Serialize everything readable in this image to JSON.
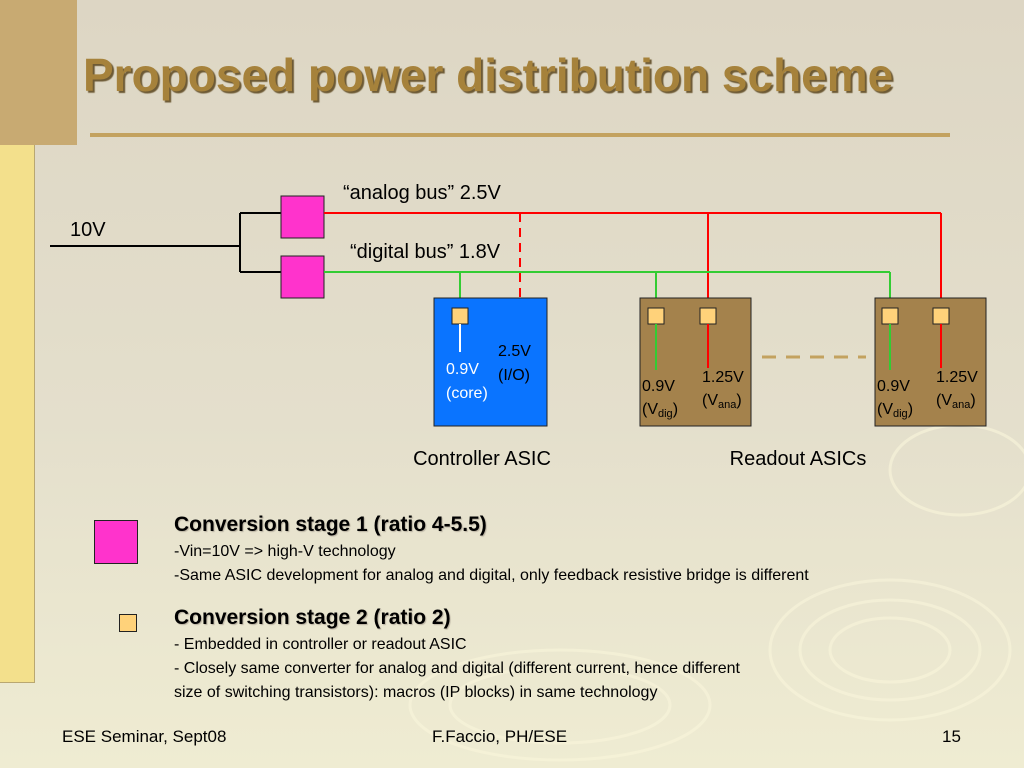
{
  "slide": {
    "title": "Proposed power distribution scheme"
  },
  "diagram": {
    "input_voltage": "10V",
    "analog_bus": "“analog bus” 2.5V",
    "digital_bus": "“digital bus” 1.8V",
    "controller": {
      "core_voltage": "0.9V",
      "core_label": "(core)",
      "io_voltage": "2.5V",
      "io_label": "(I/O)",
      "caption": "Controller ASIC"
    },
    "readout": {
      "dig_voltage": "0.9V",
      "dig_prefix": "(V",
      "dig_sub": "dig",
      "ana_voltage": "1.25V",
      "ana_prefix": "(V",
      "ana_sub": "ana",
      "close_paren": ")",
      "caption": "Readout ASICs"
    }
  },
  "legend": {
    "stage1": {
      "heading": "Conversion stage 1 (ratio 4-5.5)",
      "lines": [
        "-Vin=10V => high-V technology",
        "-Same ASIC development for analog and digital, only feedback resistive bridge is different"
      ]
    },
    "stage2": {
      "heading": "Conversion stage 2 (ratio 2)",
      "lines": [
        "- Embedded in controller or readout ASIC",
        "- Closely same converter for analog and digital (different current, hence different",
        "size of switching transistors): macros (IP blocks) in same technology"
      ]
    }
  },
  "footer": {
    "left": "ESE Seminar, Sept08",
    "center": "F.Faccio, PH/ESE",
    "page": "15"
  },
  "colors": {
    "title": "#a6823b",
    "stage1_converter": "#ff33cc",
    "stage2_converter": "#ffd27a",
    "analog_line": "#ff0000",
    "digital_line": "#33cc33",
    "controller_asic": "#0a74ff",
    "readout_asic": "#a4824c"
  }
}
